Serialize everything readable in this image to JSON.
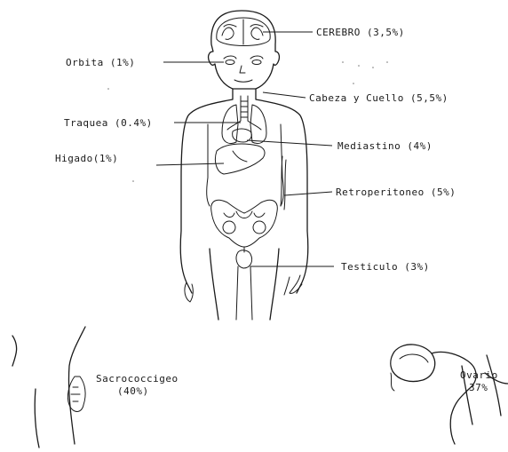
{
  "labels": {
    "cerebro": "CEREBRO (3,5%)",
    "orbita": "Orbita (1%)",
    "cabeza": "Cabeza y Cuello (5,5%)",
    "traquea": "Traquea (0.4%)",
    "mediastino": "Mediastino (4%)",
    "higado": "Higado(1%)",
    "retro": "Retroperitoneo (5%)",
    "testiculo": "Testiculo (3%)",
    "sacro_line1": "Sacrococcigeo",
    "sacro_line2": "(40%)",
    "ovario_line1": "Ovario",
    "ovario_line2": "37%"
  },
  "colors": {
    "ink": "#1a1a1a",
    "paper": "#ffffff"
  }
}
